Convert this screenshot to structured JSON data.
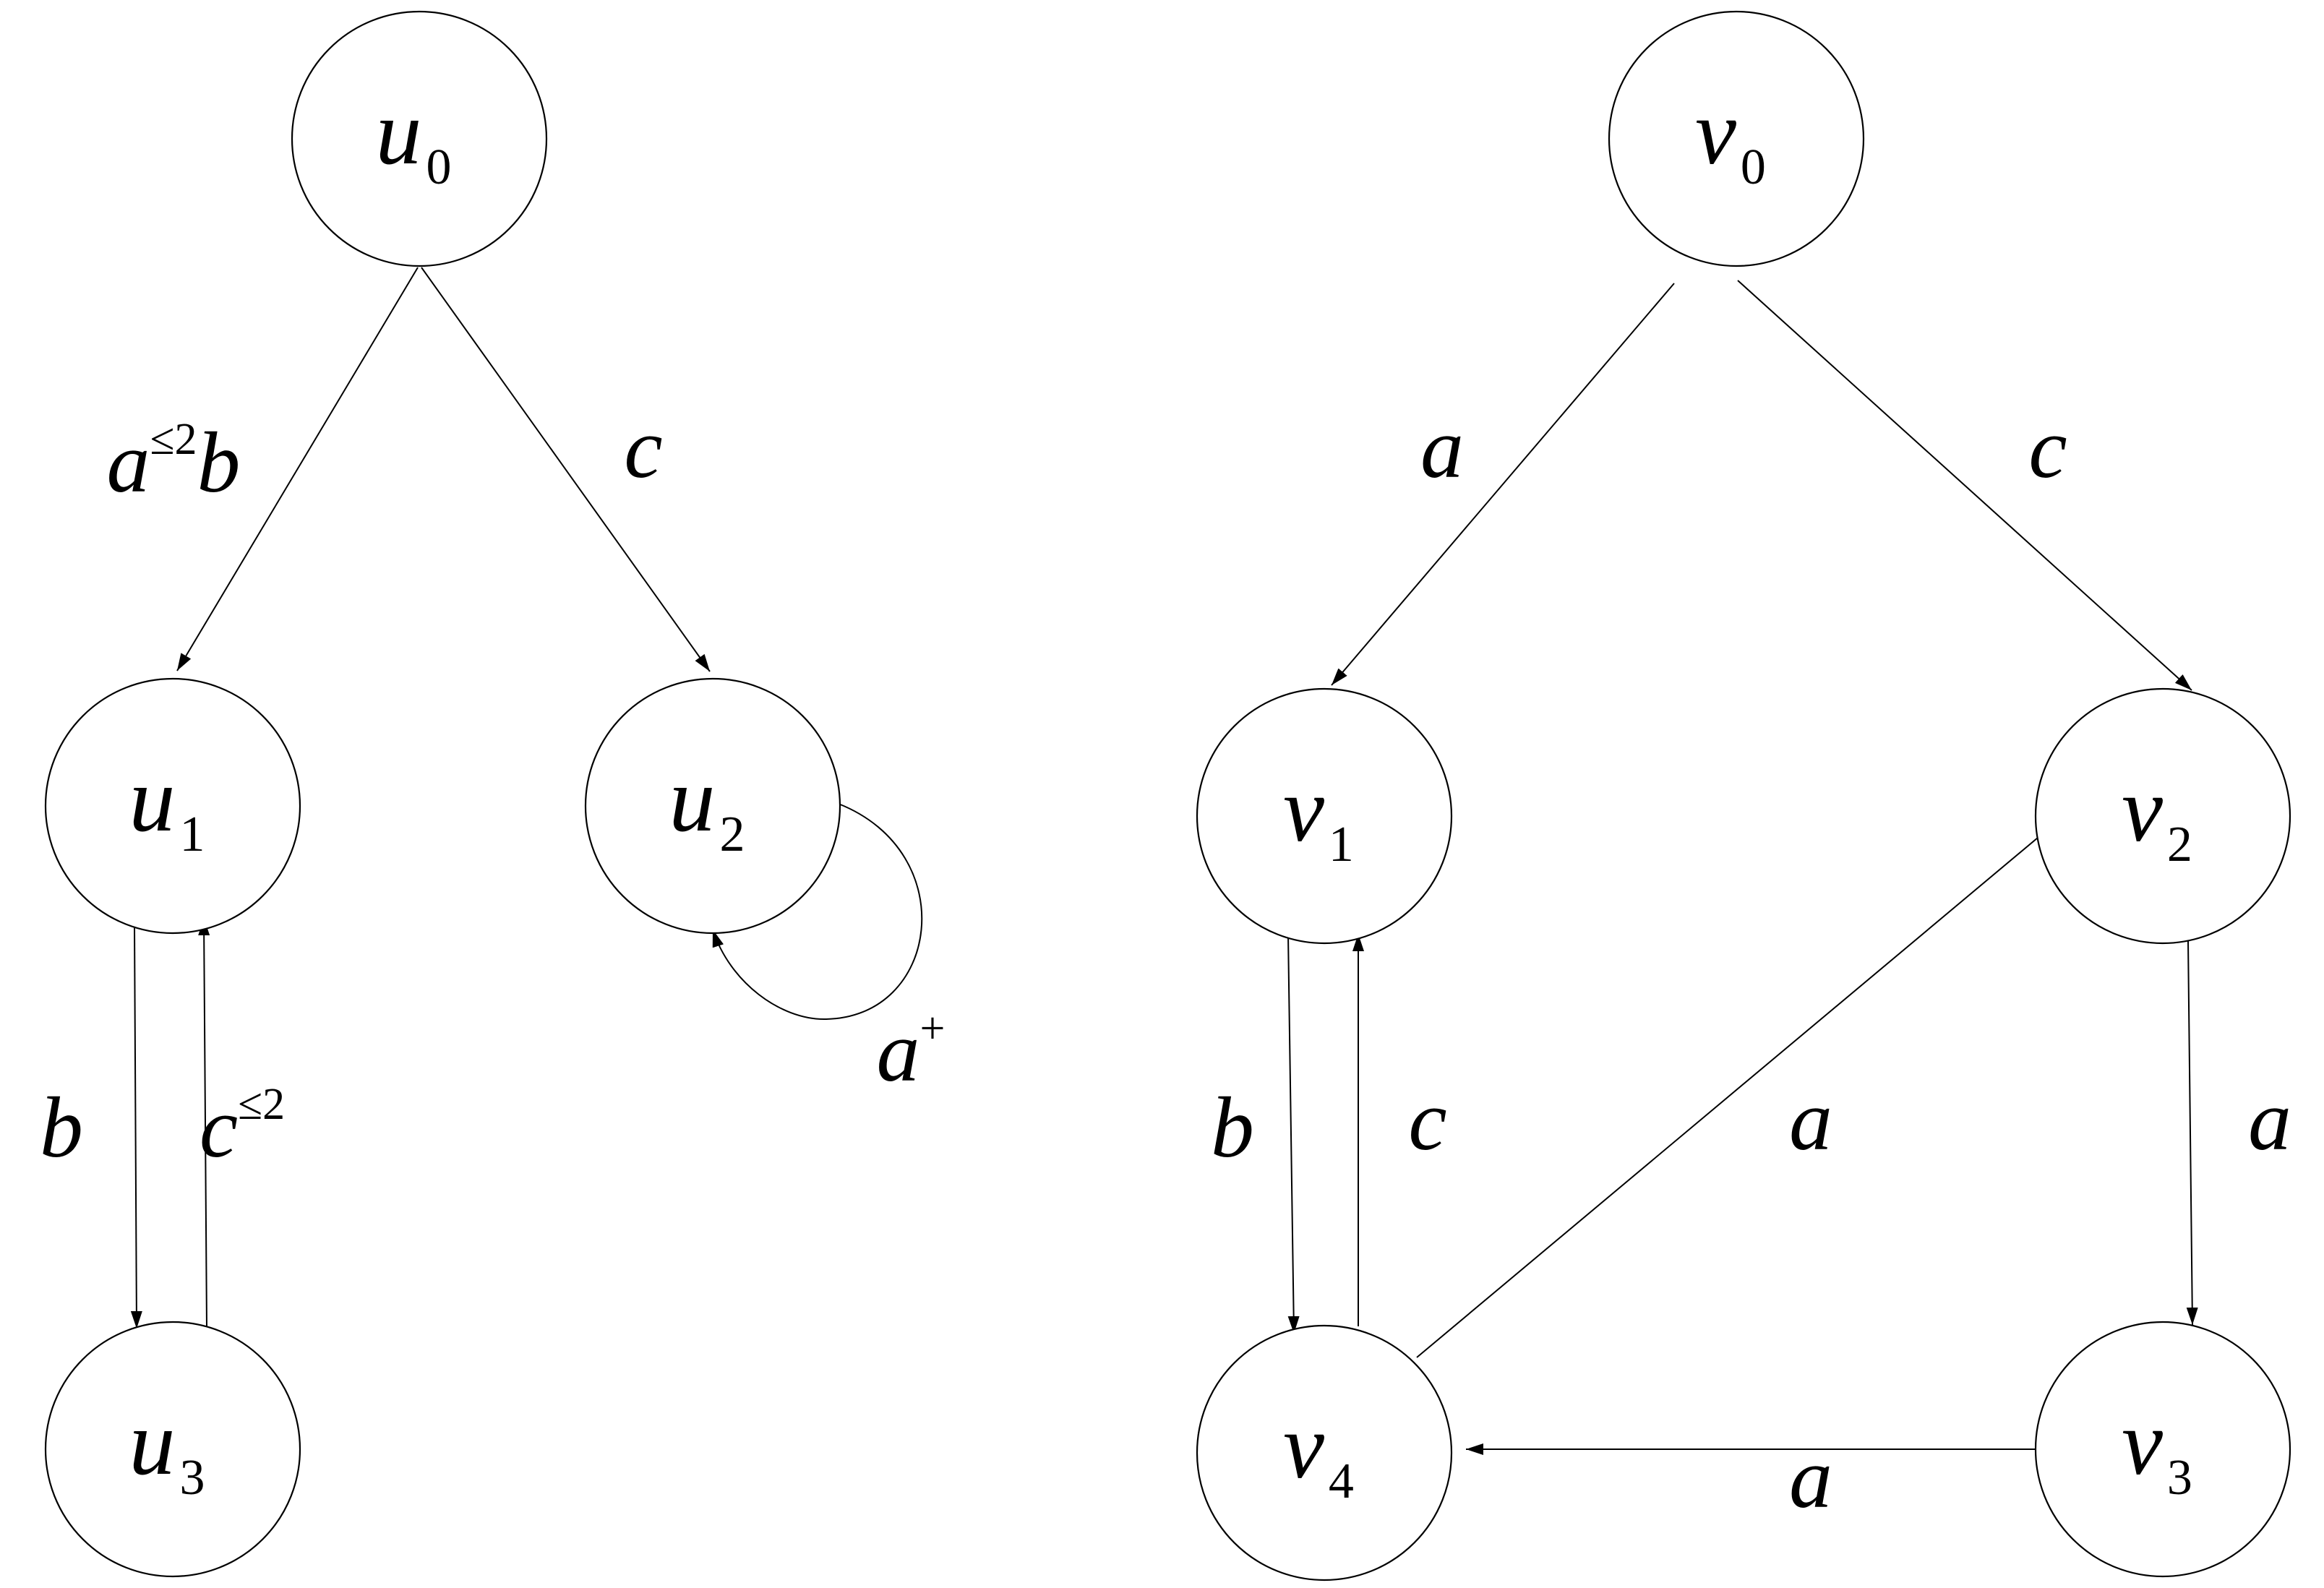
{
  "colors": {
    "stroke": "#000000",
    "background": "#ffffff"
  },
  "graphs": [
    {
      "nodes": [
        {
          "id": "u0",
          "base": "u",
          "sub": "0"
        },
        {
          "id": "u1",
          "base": "u",
          "sub": "1"
        },
        {
          "id": "u2",
          "base": "u",
          "sub": "2"
        },
        {
          "id": "u3",
          "base": "u",
          "sub": "3"
        }
      ],
      "edges": [
        {
          "from": "u0",
          "to": "u1",
          "label": "a",
          "sup": "≤2",
          "tail": "b"
        },
        {
          "from": "u0",
          "to": "u2",
          "label": "c"
        },
        {
          "from": "u1",
          "to": "u3",
          "label": "b"
        },
        {
          "from": "u3",
          "to": "u1",
          "label": "c",
          "sup": "≤2"
        },
        {
          "from": "u2",
          "to": "u2",
          "label": "a",
          "sup": "+"
        }
      ]
    },
    {
      "nodes": [
        {
          "id": "v0",
          "base": "v",
          "sub": "0"
        },
        {
          "id": "v1",
          "base": "v",
          "sub": "1"
        },
        {
          "id": "v2",
          "base": "v",
          "sub": "2"
        },
        {
          "id": "v3",
          "base": "v",
          "sub": "3"
        },
        {
          "id": "v4",
          "base": "v",
          "sub": "4"
        }
      ],
      "edges": [
        {
          "from": "v0",
          "to": "v1",
          "label": "a"
        },
        {
          "from": "v0",
          "to": "v2",
          "label": "c"
        },
        {
          "from": "v1",
          "to": "v4",
          "label": "b"
        },
        {
          "from": "v4",
          "to": "v1",
          "label": "c"
        },
        {
          "from": "v4",
          "to": "v2",
          "label": "a"
        },
        {
          "from": "v2",
          "to": "v3",
          "label": "a"
        },
        {
          "from": "v3",
          "to": "v4",
          "label": "a"
        }
      ]
    }
  ]
}
